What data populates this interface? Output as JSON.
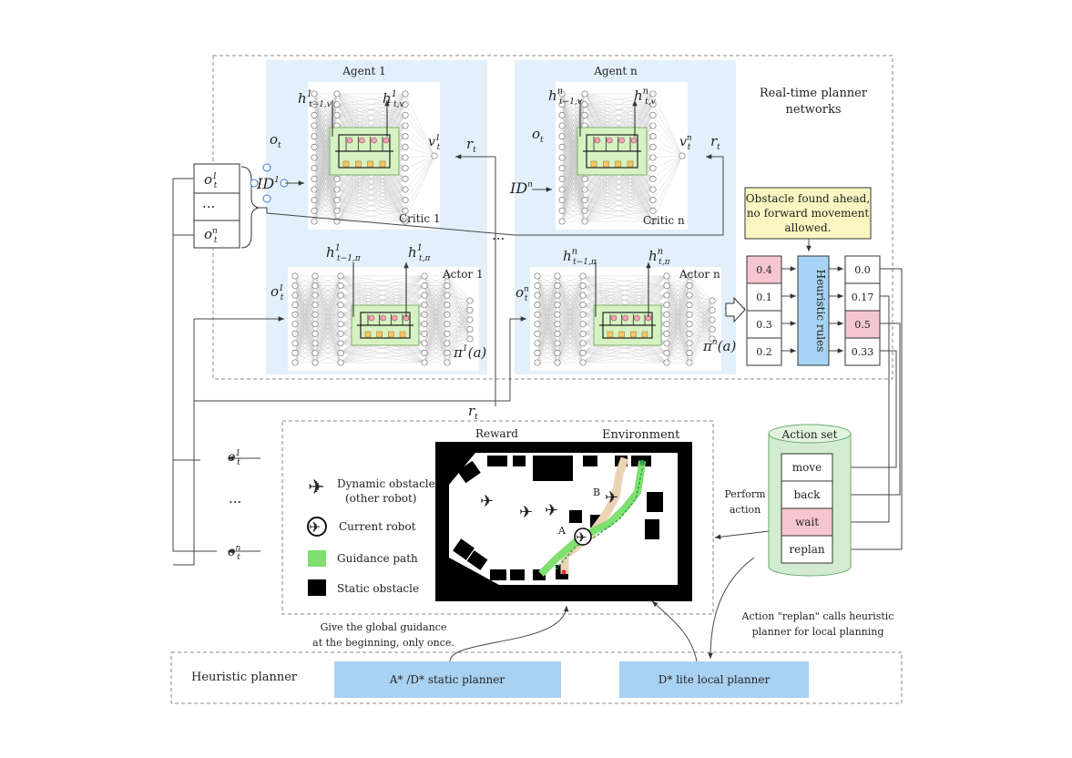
{
  "realtime": {
    "title_line1": "Real-time planner",
    "title_line2": "networks"
  },
  "agent1": {
    "title": "Agent 1",
    "critic": "Critic 1",
    "actor": "Actor 1",
    "h_prev_v": "h",
    "h_v": "h",
    "v": "v",
    "o": "o",
    "id": "ID",
    "r": "r",
    "h_prev_pi": "h",
    "h_pi": "h",
    "o_actor": "o",
    "pi": "π",
    "pi_arg": "(a)",
    "sup1": "1",
    "sub_prev": "t−1,v",
    "sub_v": "t,v",
    "sub_t": "t",
    "sub_prev_pi": "t−1,π",
    "sub_pi": "t,π"
  },
  "agentn": {
    "title": "Agent n",
    "critic": "Critic n",
    "actor": "Actor n",
    "supn": "n",
    "id": "ID",
    "o": "o",
    "r": "r",
    "v": "v",
    "pi": "π",
    "pi_arg": "(a)"
  },
  "obs_stack": {
    "o1": "o",
    "dots": "···",
    "on": "o",
    "sup1": "1",
    "supn": "n",
    "sub": "t"
  },
  "dots_mid": "···",
  "r_bottom": "r",
  "callout": {
    "line1": "Obstacle found ahead,",
    "line2": "no forward movement",
    "line3": "allowed."
  },
  "probs_in": [
    "0.4",
    "0.1",
    "0.3",
    "0.2"
  ],
  "heuristic_rules": "Heuristic rules",
  "probs_out": [
    "0.0",
    "0.17",
    "0.5",
    "0.33"
  ],
  "action_set": {
    "title": "Action set",
    "items": [
      "move",
      "back",
      "wait",
      "replan"
    ]
  },
  "perform": {
    "line1": "Perform",
    "line2": "action"
  },
  "env": {
    "reward": "Reward",
    "environment": "Environment",
    "label_a": "A",
    "label_b": "B"
  },
  "legend": {
    "dynamic_line1": "Dynamic obstacle",
    "dynamic_line2": "(other robot)",
    "current": "Current robot",
    "guidance": "Guidance path",
    "static": "Static obstacle"
  },
  "outputs": {
    "o1": "o",
    "dots": "···",
    "on": "o"
  },
  "notes": {
    "global_line1": "Give the global guidance",
    "global_line2": "at the beginning, only once.",
    "replan_line1": "Action \"replan\" calls heuristic",
    "replan_line2": "planner for local planning"
  },
  "heuristic": {
    "title": "Heuristic planner",
    "static_planner": "A* /D* static planner",
    "local_planner": "D* lite local planner"
  },
  "colors": {
    "panel_blue": "#e3f0fb",
    "gru_green": "#d6f2c2",
    "highlight_red": "#f6c6d0",
    "callout_yellow": "#fbf6c1",
    "rules_blue": "#a7d3f4",
    "action_green": "#d3ecd0",
    "planner_blue": "#a9d1f2",
    "path_green": "#7fe06f",
    "path_tan": "#ecd3b4"
  }
}
